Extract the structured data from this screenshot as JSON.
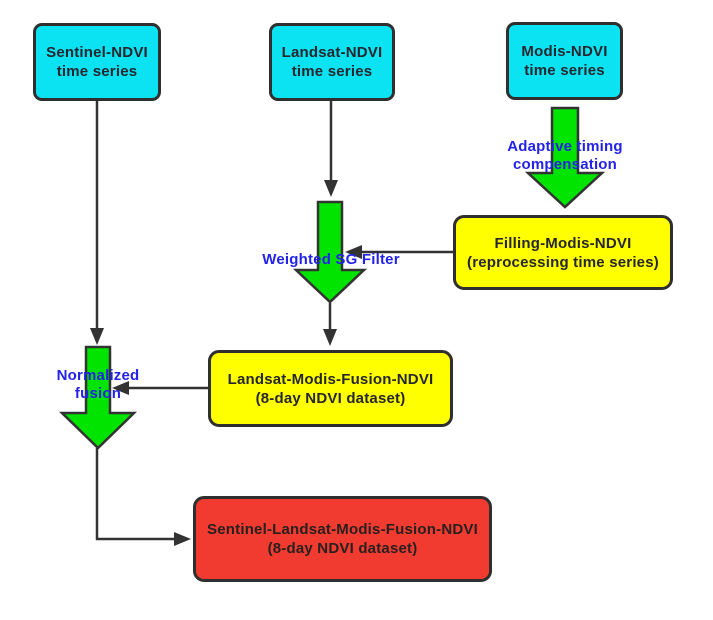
{
  "diagram": {
    "type": "flowchart",
    "nodes": {
      "sentinel": {
        "line1": "Sentinel-NDVI",
        "line2": "time series"
      },
      "landsat": {
        "line1": "Landsat-NDVI",
        "line2": "time series"
      },
      "modis": {
        "line1": "Modis-NDVI",
        "line2": "time series"
      },
      "filling": {
        "line1": "Filling-Modis-NDVI",
        "line2": "(reprocessing time series)"
      },
      "lm_fusion": {
        "line1": "Landsat-Modis-Fusion-NDVI",
        "line2": "(8-day NDVI dataset)"
      },
      "slm_fusion": {
        "line1": "Sentinel-Landsat-Modis-Fusion-NDVI",
        "line2": "(8-day NDVI dataset)"
      }
    },
    "process_labels": {
      "adaptive": {
        "line1": "Adaptive timing",
        "line2": "compensation"
      },
      "weighted": {
        "line1": "Weighted SG Filter"
      },
      "normalized": {
        "line1": "Normalized",
        "line2": "fusion"
      }
    },
    "colors": {
      "input_node": "#0be3f2",
      "intermediate_node": "#ffff00",
      "output_node": "#f23b30",
      "block_arrow": "#00e400",
      "label_text": "#2323e8",
      "line_stroke": "#333333"
    }
  }
}
